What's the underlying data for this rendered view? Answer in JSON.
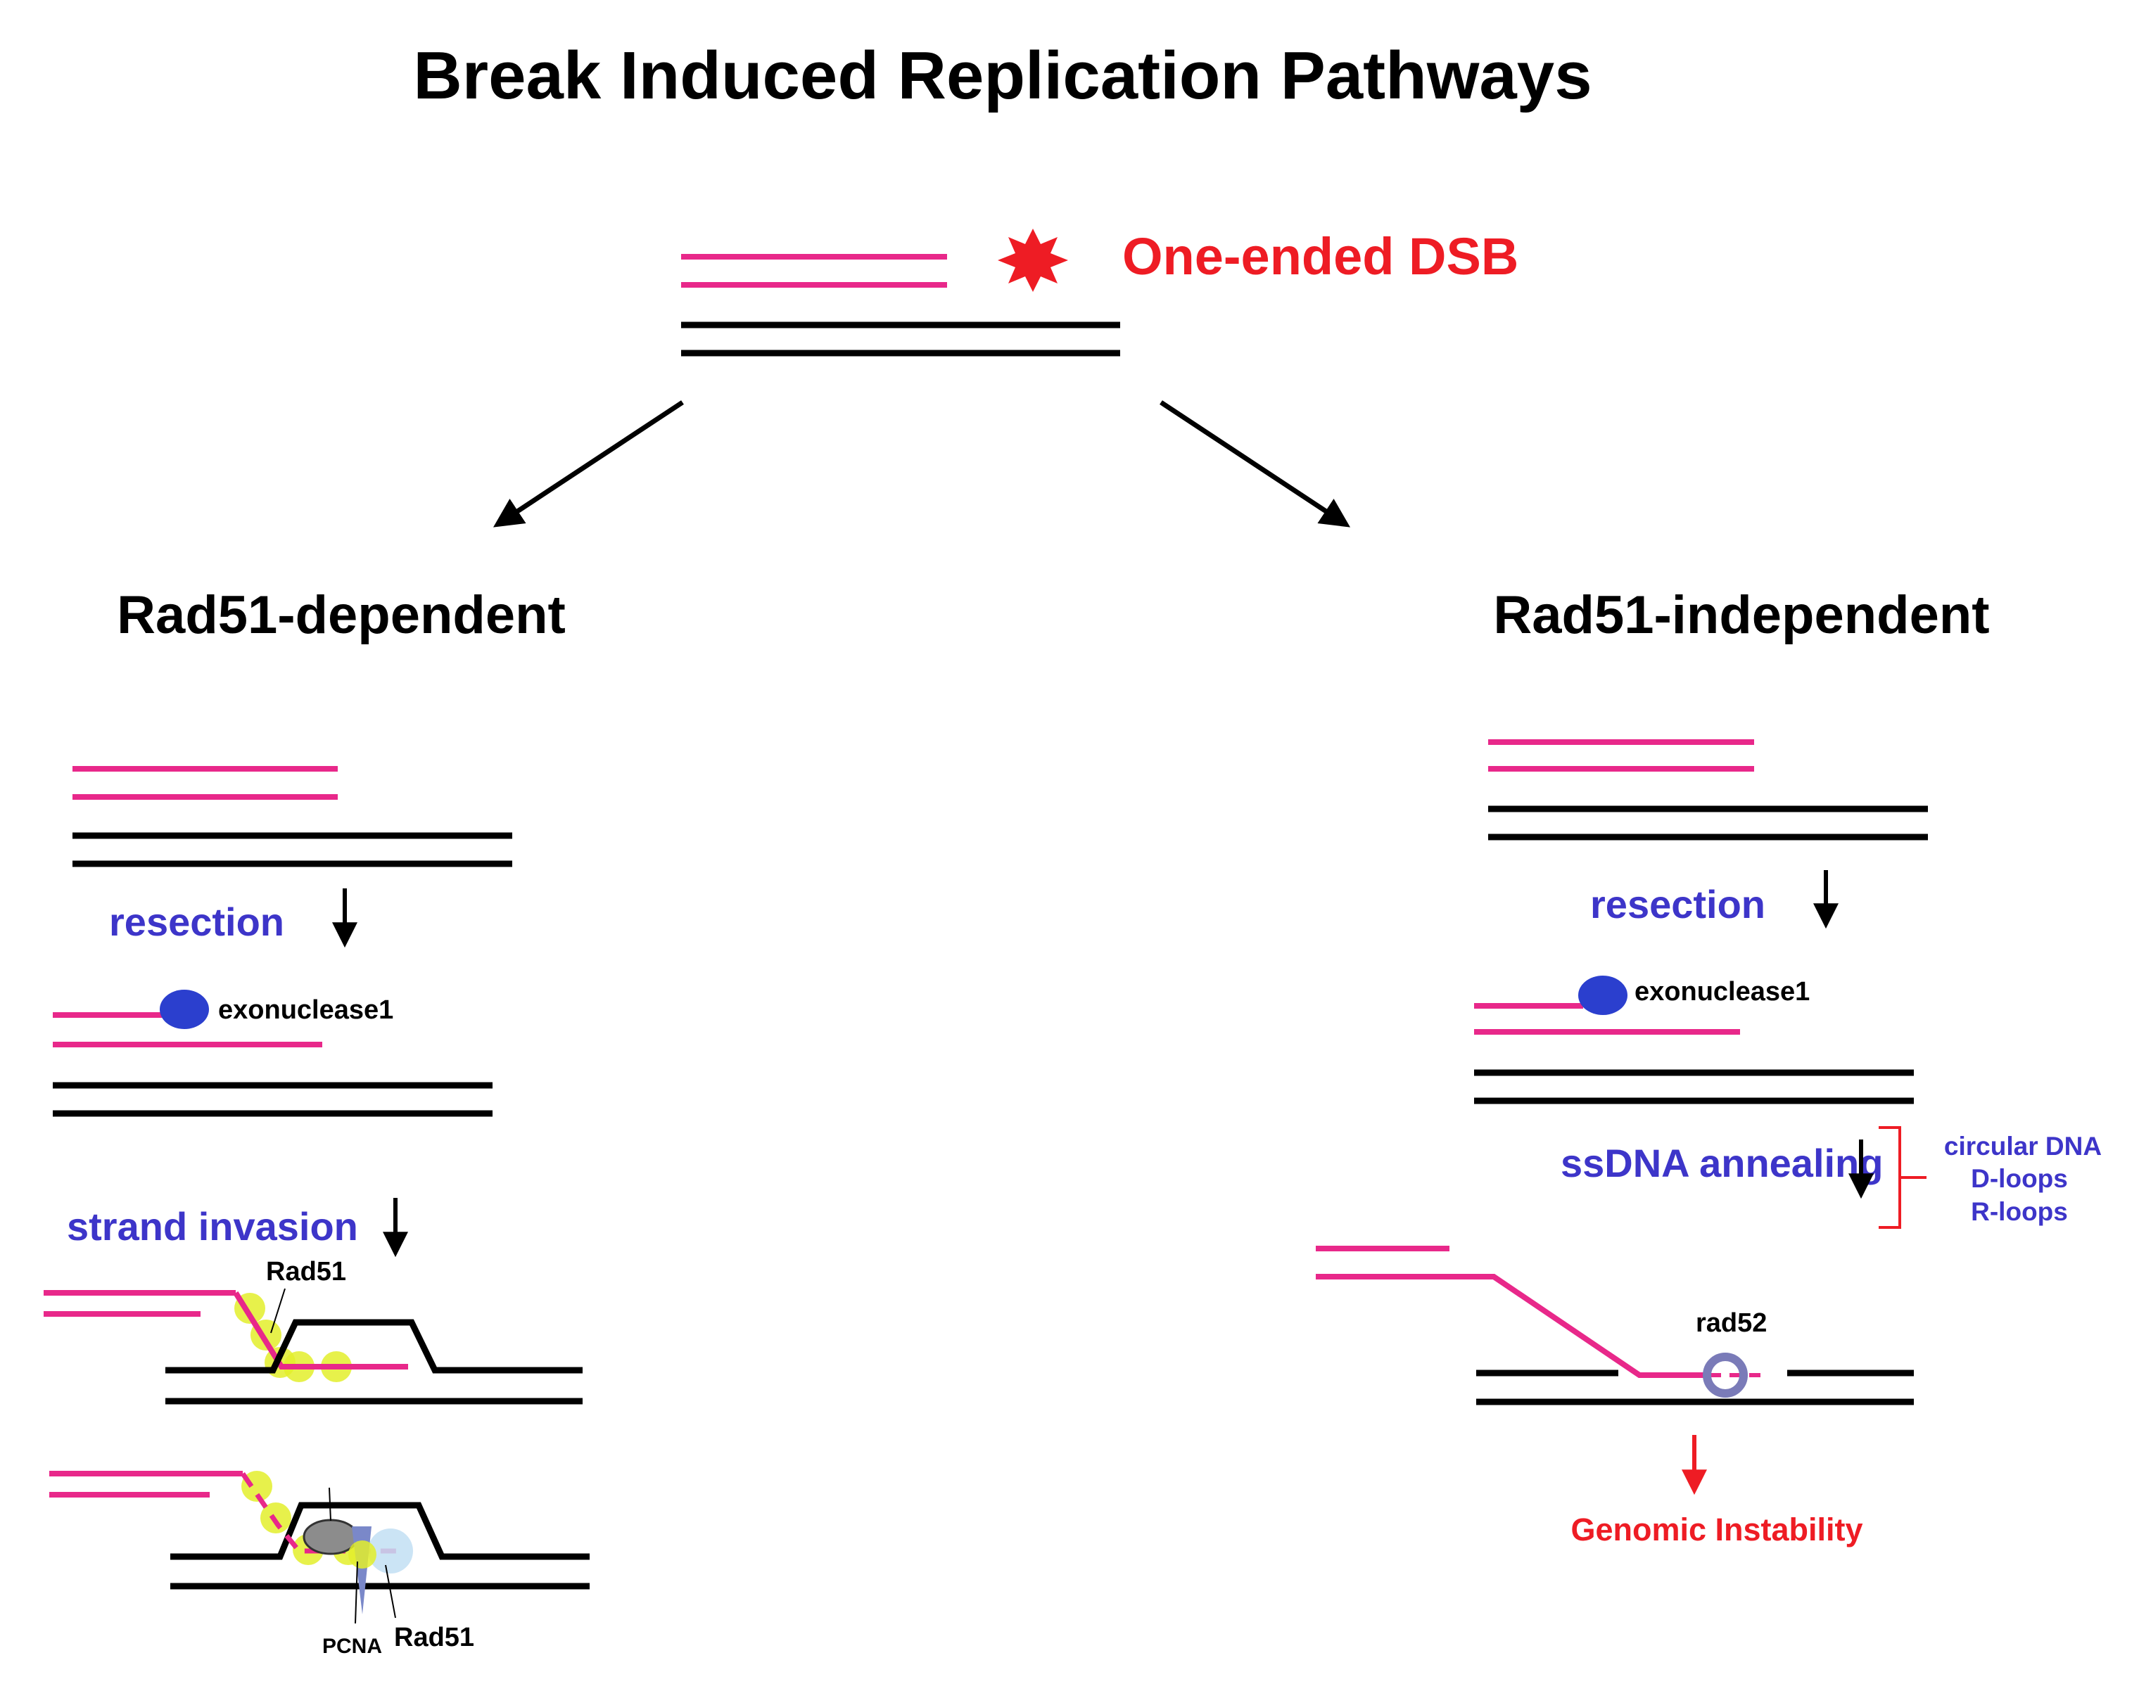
{
  "title": "Break Induced Replication Pathways",
  "dsb_label": "One-ended DSB",
  "branches": {
    "left": "Rad51-dependent",
    "right": "Rad51-independent"
  },
  "steps": {
    "resection": "resection",
    "strand_invasion": "strand invasion",
    "ssdna_annealing": "ssDNA annealing"
  },
  "proteins": {
    "exonuclease": "exonuclease1",
    "rad51": "Rad51",
    "pcna": "PCNA",
    "rad52": "rad52"
  },
  "annealing_intermediates": [
    "circular DNA",
    "D-loops",
    "R-loops"
  ],
  "outcome": "Genomic Instability",
  "colors": {
    "broken_strand": "#e8288a",
    "template_strand": "#000000",
    "highlight_red": "#ee1c24",
    "step_blue": "#3d35c9",
    "exonuclease": "#2b3fce",
    "rad51_coat": "#e3ee2b",
    "rad52_ring": "#7a7bb8",
    "pcna": "#7a88c9",
    "polymerase": "#8c8c8c",
    "pol_halo": "#c2dff3"
  }
}
